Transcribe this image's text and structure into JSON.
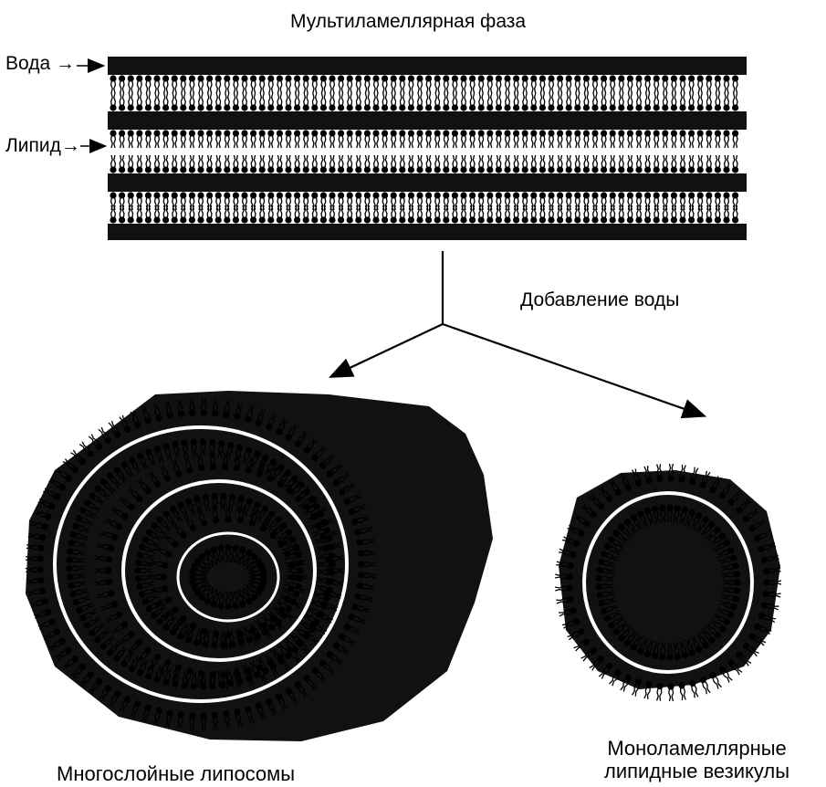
{
  "labels": {
    "title": "Мультиламеллярная фаза",
    "water": "Вода →",
    "lipid": "Липид→",
    "add_water": "Добавление воды",
    "multilayer_liposomes": "Многослойные липосомы",
    "monolamellar_line1": "Моноламеллярные",
    "monolamellar_line2": "липидные везикулы"
  },
  "colors": {
    "ink": "#000000",
    "background": "#ffffff",
    "water_fill": "#111111"
  }
}
